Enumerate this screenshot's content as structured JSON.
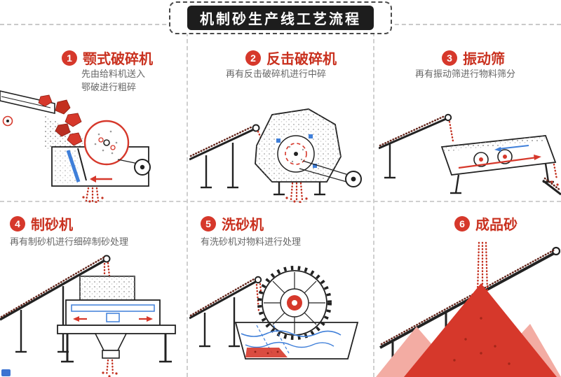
{
  "title": "机制砂生产线工艺流程",
  "steps": [
    {
      "number": "1",
      "heading": "颚式破碎机",
      "desc_lines": [
        "先由给料机送入",
        "鄂破进行粗碎"
      ]
    },
    {
      "number": "2",
      "heading": "反击破碎机",
      "desc_lines": [
        "再有反击破碎机进行中碎"
      ]
    },
    {
      "number": "3",
      "heading": "振动筛",
      "desc_lines": [
        "再有振动筛进行物料筛分"
      ]
    },
    {
      "number": "4",
      "heading": "制砂机",
      "desc_lines": [
        "再有制砂机进行细碎制砂处理"
      ]
    },
    {
      "number": "5",
      "heading": "洗砂机",
      "desc_lines": [
        "有洗砂机对物料进行处理"
      ]
    },
    {
      "number": "6",
      "heading": "成品砂",
      "desc_lines": []
    }
  ],
  "colors": {
    "accent_red": "#d6382b",
    "heading_red": "#c9311f",
    "dark_red_dots": "#c3301f",
    "pink_pile": "#f3aca3",
    "machine_outline": "#222222",
    "blue_accent": "#3f7fd9",
    "desc_gray": "#666666",
    "dash_gray": "#cfcfcf",
    "title_bg": "#1d1d1d",
    "title_text": "#ffffff"
  }
}
